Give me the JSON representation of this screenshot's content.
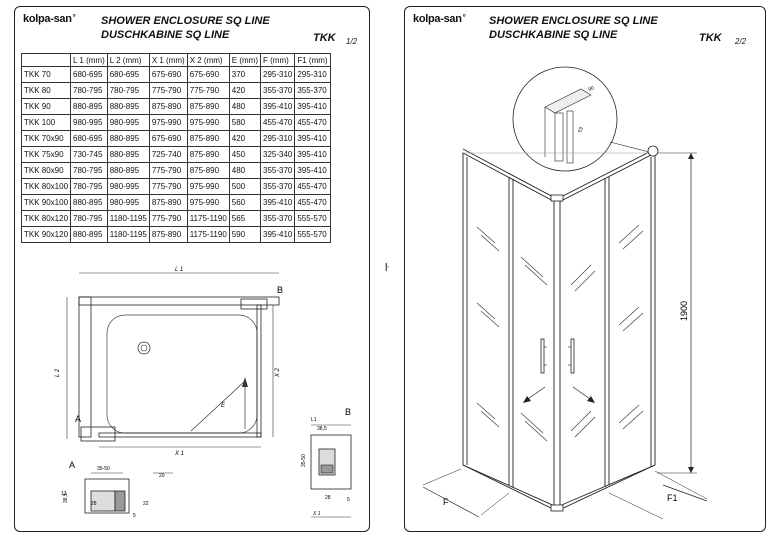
{
  "left_sheet": {
    "brand": "kolpa-san",
    "title_line1": "SHOWER ENCLOSURE SQ LINE",
    "title_line2": "DUSCHKABINE  SQ LINE",
    "code": "TKK",
    "page": "1/2",
    "table": {
      "headers": [
        "",
        "L 1  (mm)",
        "L 2  (mm)",
        "X 1  (mm)",
        "X 2  (mm)",
        "E (mm)",
        "F (mm)",
        "F1 (mm)"
      ],
      "rows": [
        [
          "TKK 70",
          "680-695",
          "680-695",
          "675-690",
          "675-690",
          "370",
          "295-310",
          "295-310"
        ],
        [
          "TKK  80",
          "780-795",
          "780-795",
          "775-790",
          "775-790",
          "420",
          "355-370",
          "355-370"
        ],
        [
          "TKK 90",
          "880-895",
          "880-895",
          "875-890",
          "875-890",
          "480",
          "395-410",
          "395-410"
        ],
        [
          "TKK  100",
          "980-995",
          "980-995",
          "975-990",
          "975-990",
          "580",
          "455-470",
          "455-470"
        ],
        [
          "TKK 70x90",
          "680-695",
          "880-895",
          "675-690",
          "875-890",
          "420",
          "295-310",
          "395-410"
        ],
        [
          "TKK  75x90",
          "730-745",
          "880-895",
          "725-740",
          "875-890",
          "450",
          "325-340",
          "395-410"
        ],
        [
          "TKK  80x90",
          "780-795",
          "880-895",
          "775-790",
          "875-890",
          "480",
          "355-370",
          "395-410"
        ],
        [
          "TKK  80x100",
          "780-795",
          "980-995",
          "775-790",
          "975-990",
          "500",
          "355-370",
          "455-470"
        ],
        [
          "TKK  90x100",
          "880-895",
          "980-995",
          "875-890",
          "975-990",
          "560",
          "395-410",
          "455-470"
        ],
        [
          "TKK  80x120",
          "780-795",
          "1180-1195",
          "775-790",
          "1175-1190",
          "565",
          "355-370",
          "555-570"
        ],
        [
          "TKK  90x120",
          "880-895",
          "1180-1195",
          "875-890",
          "1175-1190",
          "590",
          "395-410",
          "555-570"
        ]
      ]
    },
    "plan_labels": {
      "l1": "L 1",
      "l2": "L 2",
      "x1": "X 1",
      "x2": "X 2",
      "e": "E",
      "a": "A",
      "b": "B",
      "a_detail": "A",
      "b_detail": "B",
      "d_35_50": "35-50",
      "d_38_5": "38,5",
      "d_28": "28",
      "d_22": "22",
      "d_12": "12",
      "d_5": "5",
      "d_20": "20",
      "b_l1": "L1",
      "b_38_5": "38,5",
      "b_35_50": "35-50",
      "b_28": "28",
      "b_5": "5",
      "b_x1": "X 1"
    }
  },
  "right_sheet": {
    "brand": "kolpa-san",
    "title_line1": "SHOWER ENCLOSURE SQ LINE",
    "title_line2": "DUSCHKABINE  SQ LINE",
    "code": "TKK",
    "page": "2/2",
    "height_label": "1900",
    "f_label": "F",
    "f1_label": "F1",
    "detail_90": "90",
    "detail_53": "53"
  },
  "separator": "ŀ"
}
